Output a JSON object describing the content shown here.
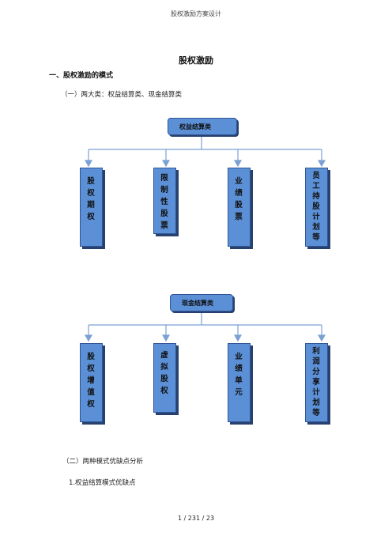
{
  "header": "股权激励方案设计",
  "title": "股权激励",
  "section1": "一、股权激励的模式",
  "para1": "（一）两大类：权益结算类、现金结算类",
  "diagram1": {
    "root": "权益结算类",
    "children": [
      "股权期权",
      "限制性股票",
      "业绩股票",
      "员工持股计划等"
    ]
  },
  "diagram2": {
    "root": "现金结算类",
    "children": [
      "股权增值权",
      "虚拟股权",
      "业绩单元",
      "利润分享计划等"
    ]
  },
  "para2": "（二）两种模式优缺点分析",
  "para3": "1.权益结算模式优缺点",
  "footer": "1 / 231 / 23",
  "colors": {
    "box": "#5b8fd6",
    "border": "#2f5597",
    "connector": "#7aa0d4"
  }
}
